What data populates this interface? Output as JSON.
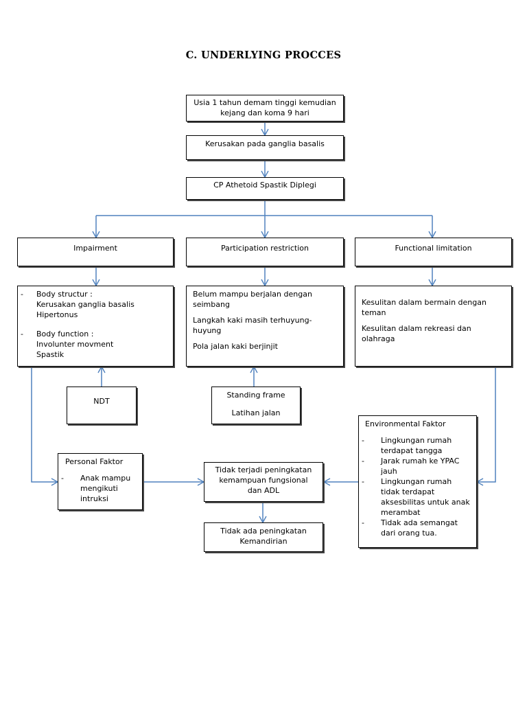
{
  "title": "C. UNDERLYING PROCCES",
  "colors": {
    "connector": "#4f81bd",
    "border": "#000000"
  },
  "boxes": {
    "onset": {
      "lines": [
        "Usia 1 tahun demam tinggi kemudian",
        "kejang dan koma 9 hari"
      ]
    },
    "damage": {
      "text": "Kerusakan pada ganglia basalis"
    },
    "diagnosis": {
      "text": "CP Athetoid Spastik Diplegi"
    },
    "impairment": {
      "text": "Impairment"
    },
    "participation": {
      "text": "Participation restriction"
    },
    "functional": {
      "text": "Functional limitation"
    },
    "impairment_detail": {
      "items": [
        {
          "label": "Body structur :",
          "lines": [
            "Kerusakan ganglia basalis",
            "Hipertonus"
          ]
        },
        {
          "label": "Body function :",
          "lines": [
            "Involunter movment",
            "Spastik"
          ]
        }
      ]
    },
    "participation_detail": {
      "paragraphs": [
        [
          "Belum mampu berjalan dengan",
          "seimbang"
        ],
        [
          "Langkah kaki masih terhuyung-",
          "huyung"
        ],
        [
          "Pola jalan kaki berjinjit"
        ]
      ]
    },
    "functional_detail": {
      "paragraphs": [
        [
          "Kesulitan dalam bermain dengan",
          "teman"
        ],
        [
          "Kesulitan dalam rekreasi dan",
          "olahraga"
        ]
      ]
    },
    "ndt": {
      "text": "NDT"
    },
    "standing": {
      "lines": [
        "Standing frame",
        "Latihan jalan"
      ]
    },
    "personal": {
      "title": "Personal Faktor",
      "items": [
        {
          "lines": [
            "Anak mampu",
            "mengikuti",
            "intruksi"
          ]
        }
      ]
    },
    "outcome": {
      "lines": [
        "Tidak terjadi peningkatan",
        "kemampuan fungsional",
        "dan ADL"
      ]
    },
    "independence": {
      "lines": [
        "Tidak ada peningkatan",
        "Kemandirian"
      ]
    },
    "environmental": {
      "title": "Environmental Faktor",
      "items": [
        {
          "lines": [
            "Lingkungan rumah",
            "terdapat tangga"
          ]
        },
        {
          "lines": [
            "Jarak rumah ke YPAC",
            "jauh"
          ]
        },
        {
          "lines": [
            "Lingkungan rumah",
            "tidak terdapat",
            "aksesbilitas untuk anak",
            "merambat"
          ]
        },
        {
          "lines": [
            "Tidak ada semangat",
            "dari orang tua."
          ]
        }
      ]
    }
  }
}
